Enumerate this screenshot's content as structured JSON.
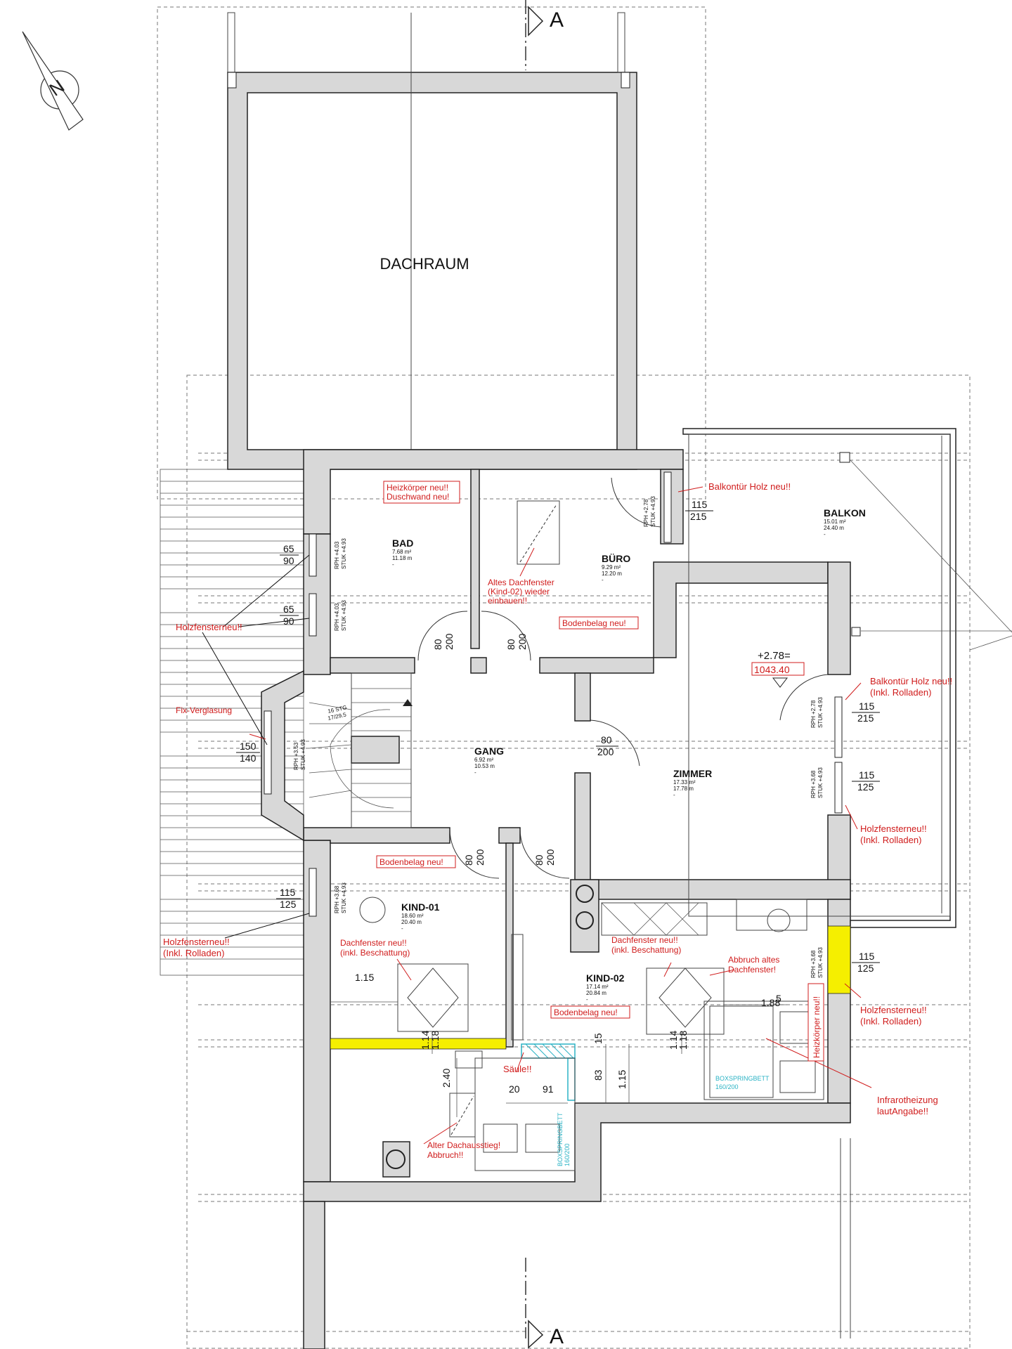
{
  "rooms": {
    "dachraum": {
      "name": "DACHRAUM"
    },
    "bad": {
      "name": "BAD",
      "area": "7.68 m²",
      "perimeter": "11.18 m",
      "dash": "-"
    },
    "buero": {
      "name": "BÜRO",
      "area": "9.29 m²",
      "perimeter": "12.20 m",
      "dash": "-"
    },
    "balkon": {
      "name": "BALKON",
      "area": "15.01 m²",
      "perimeter": "24.40 m",
      "dash": "-"
    },
    "gang": {
      "name": "GANG",
      "area": "6.92 m²",
      "perimeter": "10.53 m",
      "dash": "-"
    },
    "zimmer": {
      "name": "ZIMMER",
      "area": "17.33 m²",
      "perimeter": "17.78 m",
      "dash": "-"
    },
    "kind01": {
      "name": "KIND-01",
      "area": "18.60 m²",
      "perimeter": "20.40 m",
      "dash": "-"
    },
    "kind02": {
      "name": "KIND-02",
      "area": "17.14 m²",
      "perimeter": "20.84 m",
      "dash": "-"
    }
  },
  "section_marks": {
    "top": "A",
    "bottom": "A"
  },
  "level": {
    "label": "+2.78=",
    "value": "1043.40"
  },
  "stair": {
    "line1": "16 STG",
    "line2": "17/29.5"
  },
  "notes": {
    "heizkoerper_line1": "Heizkörper neu!!",
    "heizkoerper_line2": "Duschwand neu!",
    "balkontuer_holz": "Balkontür Holz neu!!",
    "altes_dachfenster_1": "Altes Dachfenster",
    "altes_dachfenster_2": "(Kind-02) wieder",
    "altes_dachfenster_3": "einbauen!!",
    "bodenbelag_buero": "Bodenbelag neu!",
    "holzfenster_left": "Holzfensterneu!!",
    "fix_verglasung": "Fix-Verglasung",
    "balkontuer_rolladen_1": "Balkontür Holz neu!!",
    "balkontuer_rolladen_2": "(Inkl. Rolladen)",
    "holzfenster_zimmer_1": "Holzfensterneu!!",
    "holzfenster_zimmer_2": "(Inkl. Rolladen)",
    "bodenbelag_gang": "Bodenbelag neu!",
    "holzfenster_kind01_1": "Holzfensterneu!!",
    "holzfenster_kind01_2": "(Inkl. Rolladen)",
    "dachfenster_k01_1": "Dachfenster neu!!",
    "dachfenster_k01_2": "(inkl. Beschattung)",
    "dachfenster_k02_1": "Dachfenster neu!!",
    "dachfenster_k02_2": "(inkl. Beschattung)",
    "abbruch_1": "Abbruch altes",
    "abbruch_2": "Dachfenster!",
    "heizkoerper_neu": "Heizkörper neu!!",
    "holzfenster_kind02_1": "Holzfensterneu!!",
    "holzfenster_kind02_2": "(Inkl. Rolladen)",
    "bodenbelag_kind02": "Bodenbelag neu!",
    "saeule": "Säule!!",
    "alter_dachausstieg_1": "Alter Dachausstieg!",
    "alter_dachausstieg_2": "Abbruch!!",
    "infrarot_1": "Infrarotheizung",
    "infrarot_2": "lautAngabe!!"
  },
  "furniture": {
    "boxspring_a_1": "BOXSPRINGBETT",
    "boxspring_a_2": "160/200",
    "boxspring_b_1": "BOXSPRINGBETT",
    "boxspring_b_2": "160/200"
  },
  "dimensions": {
    "w_bad1_top": "65",
    "w_bad1_bot": "90",
    "w_bad2_top": "65",
    "w_bad2_bot": "90",
    "w_fix_top": "150",
    "w_fix_bot": "140",
    "w_k01_top": "115",
    "w_k01_bot": "125",
    "w_buero_top": "115",
    "w_buero_bot": "215",
    "w_zim1_top": "115",
    "w_zim1_bot": "215",
    "w_zim2_top": "115",
    "w_zim2_bot": "125",
    "w_k02_top": "115",
    "w_k02_bot": "125",
    "d_bad_top": "80",
    "d_bad_bot": "200",
    "d_buero_top": "80",
    "d_buero_bot": "200",
    "d_zim_top": "80",
    "d_zim_bot": "200",
    "d_k01_top": "80",
    "d_k01_bot": "200",
    "d_k02_top": "80",
    "d_k02_bot": "200",
    "m_115a": "1.15",
    "m_114a": "1.14",
    "m_118a": "1.18",
    "m_114b": "1.14",
    "m_118b": "1.18",
    "m_188": "1.88",
    "m_188_sup": "5",
    "m_240": "2.40",
    "m_20": "20",
    "m_91": "91",
    "m_15": "15",
    "m_83": "83",
    "m_115b": "1.15"
  },
  "sill_marks": {
    "bad1": {
      "a": "RPH +4.03",
      "b": "STUK +4.93"
    },
    "bad2": {
      "a": "RPH +4.03",
      "b": "STUK +4.93"
    },
    "fix": {
      "a": "RPH +3.53",
      "b": "STUK +4.93"
    },
    "k01": {
      "a": "RPH +3.68",
      "b": "STUK +4.93"
    },
    "buero": {
      "a": "RPH +2.78",
      "b": "STUK +4.93"
    },
    "zim1": {
      "a": "RPH +2.78",
      "b": "STUK +4.93"
    },
    "zim2": {
      "a": "RPH +3.68",
      "b": "STUK +4.93"
    },
    "k02": {
      "a": "RPH +3.68",
      "b": "STUK +4.93"
    }
  },
  "colors": {
    "annotation": "#d01c1c",
    "highlight": "#f5ef00",
    "cyan": "#2bb3c5",
    "wall": "#d8d8d8"
  }
}
